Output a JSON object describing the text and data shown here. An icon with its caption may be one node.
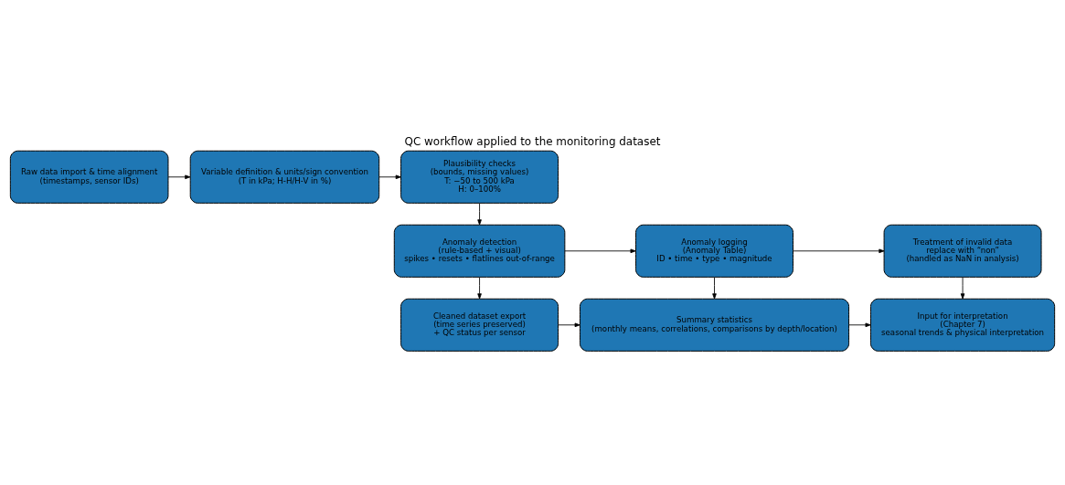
{
  "diagram": {
    "title": "QC workflow applied to the monitoring dataset",
    "nodes": [
      {
        "text": [
          "Raw data import & time alignment",
          "(timestamps, sensor IDs)"
        ]
      },
      {
        "text": [
          "Variable definition & units/sign convention",
          "(T in kPa; H-H/H-V in %)"
        ]
      },
      {
        "text": [
          "Plausibility checks",
          "(bounds, missing values)",
          "T: −50 to 500 kPa",
          "H: 0–100%"
        ]
      },
      {
        "text": [
          "Anomaly detection",
          "(rule-based + visual)",
          "spikes • resets • flatlines out-of-range"
        ]
      },
      {
        "text": [
          "Anomaly logging",
          "(Anomaly Table)",
          "ID • time • type • magnitude"
        ]
      },
      {
        "text": [
          "Treatment of invalid data",
          "replace with “non”",
          "(handled as NaN in analysis)"
        ]
      },
      {
        "text": [
          "Cleaned dataset export",
          "(time series preserved)",
          "+ QC status per sensor"
        ]
      },
      {
        "text": [
          "Summary statistics",
          "(monthly means, correlations, comparisons by depth/location)"
        ]
      },
      {
        "text": [
          "Input for interpretation",
          "(Chapter 7)",
          "seasonal trends & physical interpretation"
        ]
      }
    ],
    "edges": [
      {
        "from": 0,
        "to": 1,
        "arrow": "to"
      },
      {
        "from": 1,
        "to": 2,
        "arrow": "to"
      },
      {
        "from": 2,
        "to": 3,
        "arrow": "to"
      },
      {
        "from": 3,
        "to": 4,
        "arrow": "to"
      },
      {
        "from": 4,
        "to": 5,
        "arrow": "to"
      },
      {
        "from": 3,
        "to": 6,
        "arrow": "to"
      },
      {
        "from": 4,
        "to": 7,
        "arrow": "to"
      },
      {
        "from": 5,
        "to": 8,
        "arrow": "to"
      },
      {
        "from": 6,
        "to": 7,
        "arrow": "to"
      },
      {
        "from": 7,
        "to": 8,
        "arrow": "to"
      }
    ]
  }
}
